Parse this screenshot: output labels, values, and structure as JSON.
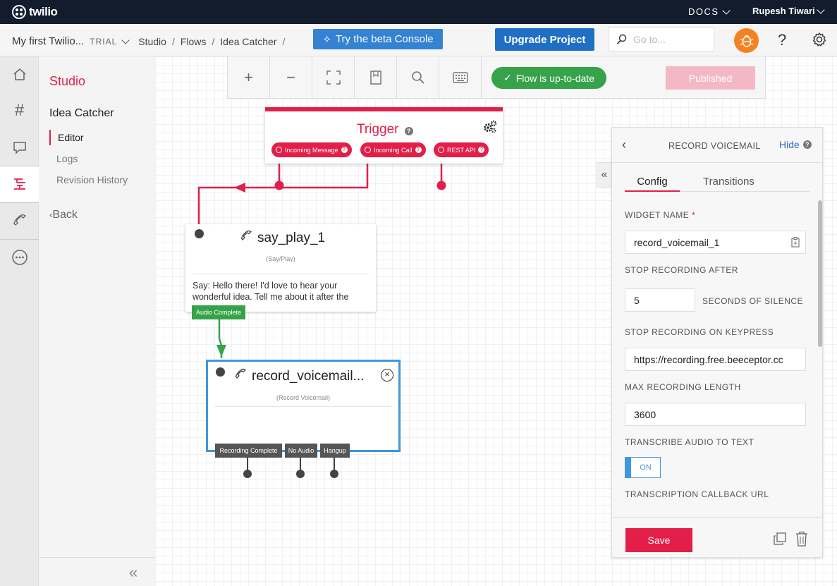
{
  "topbar": {
    "logo": "twilio",
    "docs": "DOCS",
    "user": "Rupesh Tiwari"
  },
  "header": {
    "project": "My first Twilio...",
    "plan": "TRIAL",
    "breadcrumb": [
      "Studio",
      "Flows",
      "Idea Catcher"
    ],
    "sep": "/",
    "beta_button": "Try the beta Console",
    "upgrade_button": "Upgrade Project",
    "search_placeholder": "Go to..."
  },
  "subnav": {
    "title": "Studio",
    "flow_name": "Idea Catcher",
    "items": [
      {
        "label": "Editor",
        "active": true
      },
      {
        "label": "Logs",
        "active": false
      },
      {
        "label": "Revision History",
        "active": false
      }
    ],
    "back": "Back"
  },
  "toolbar": {
    "status": "Flow is up-to-date",
    "published": "Published"
  },
  "trigger": {
    "title": "Trigger",
    "outputs": [
      "Incoming Message",
      "Incoming Call",
      "REST API"
    ]
  },
  "say_play": {
    "name": "say_play_1",
    "type": "(Say/Play)",
    "body": "Say: Hello there! I'd love to hear your wonderful idea. Tell me about it after the",
    "output": "Audio Complete"
  },
  "record_voicemail": {
    "name": "record_voicemail...",
    "type": "(Record Voicemail)",
    "outputs": [
      "Recording Complete",
      "No Audio",
      "Hangup"
    ]
  },
  "panel": {
    "title": "RECORD VOICEMAIL",
    "hide": "Hide",
    "tabs": [
      "Config",
      "Transitions"
    ],
    "widget_name_label": "WIDGET NAME",
    "widget_name_value": "record_voicemail_1",
    "stop_after_label": "STOP RECORDING AFTER",
    "stop_after_value": "5",
    "stop_after_suffix": "SECONDS OF SILENCE",
    "keypress_label": "STOP RECORDING ON KEYPRESS",
    "keypress_value": "https://recording.free.beeceptor.cc",
    "max_length_label": "MAX RECORDING LENGTH",
    "max_length_value": "3600",
    "transcribe_label": "TRANSCRIBE AUDIO TO TEXT",
    "transcribe_value": "ON",
    "callback_label": "TRANSCRIPTION CALLBACK URL",
    "save": "Save"
  },
  "colors": {
    "brand_red": "#e31e48",
    "topbar": "#121c2d",
    "link_blue": "#3482d4",
    "success_green": "#36a24a",
    "selected_blue": "#3f97dd"
  }
}
